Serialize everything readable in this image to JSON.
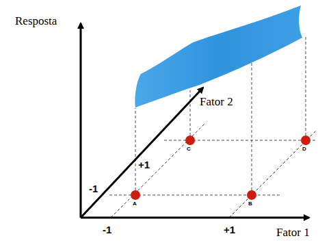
{
  "diagram": {
    "labels": [
      "Resposta",
      "Fator 2",
      "+1",
      "-1",
      "C",
      "D",
      "A",
      "B",
      "-1",
      "+1",
      "Fator 1"
    ]
  }
}
